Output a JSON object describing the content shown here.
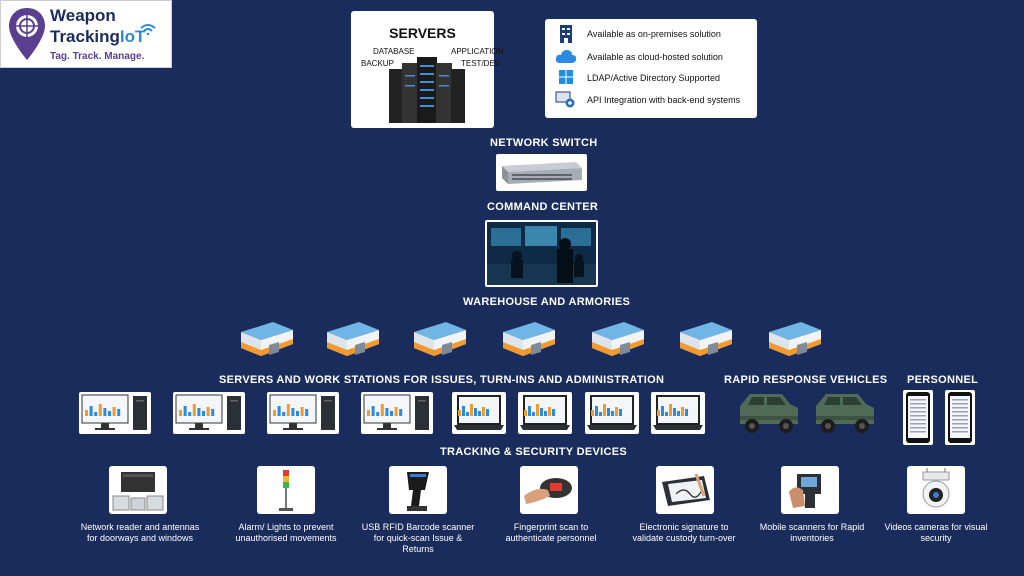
{
  "logo": {
    "line1": "Weapon",
    "line2a": "Tracking",
    "line2b": "IoT",
    "tagline": "Tag. Track. Manage."
  },
  "servers": {
    "title": "SERVERS",
    "labels": [
      "DATABASE",
      "APPLICATION",
      "BACKUP",
      "TEST/DEV"
    ]
  },
  "features": [
    {
      "icon": "building-icon",
      "text": "Available as on-premises solution"
    },
    {
      "icon": "cloud-icon",
      "text": "Available as cloud-hosted solution"
    },
    {
      "icon": "windows-icon",
      "text": "LDAP/Active Directory Supported"
    },
    {
      "icon": "api-gear-icon",
      "text": "API Integration with back-end systems"
    }
  ],
  "sections": {
    "network_switch": "NETWORK SWITCH",
    "command_center": "COMMAND CENTER",
    "warehouse": "WAREHOUSE AND ARMORIES",
    "workstations": "SERVERS AND WORK STATIONS FOR ISSUES, TURN-INS AND ADMINISTRATION",
    "vehicles": "RAPID RESPONSE VEHICLES",
    "personnel": "PERSONNEL",
    "tracking": "TRACKING & SECURITY DEVICES"
  },
  "devices": [
    {
      "icon": "rfid-reader-icon",
      "caption": "Network reader and antennas for doorways and windows"
    },
    {
      "icon": "alarm-light-icon",
      "caption": "Alarm/ Lights to prevent unauthorised movements"
    },
    {
      "icon": "barcode-scanner-icon",
      "caption": "USB RFID Barcode scanner for quick-scan Issue & Returns"
    },
    {
      "icon": "fingerprint-icon",
      "caption": "Fingerprint scan to authenticate personnel"
    },
    {
      "icon": "signature-pad-icon",
      "caption": "Electronic signature to validate custody turn-over"
    },
    {
      "icon": "mobile-scanner-icon",
      "caption": "Mobile scanners for Rapid inventories"
    },
    {
      "icon": "security-camera-icon",
      "caption": "Videos cameras for visual security"
    }
  ]
}
